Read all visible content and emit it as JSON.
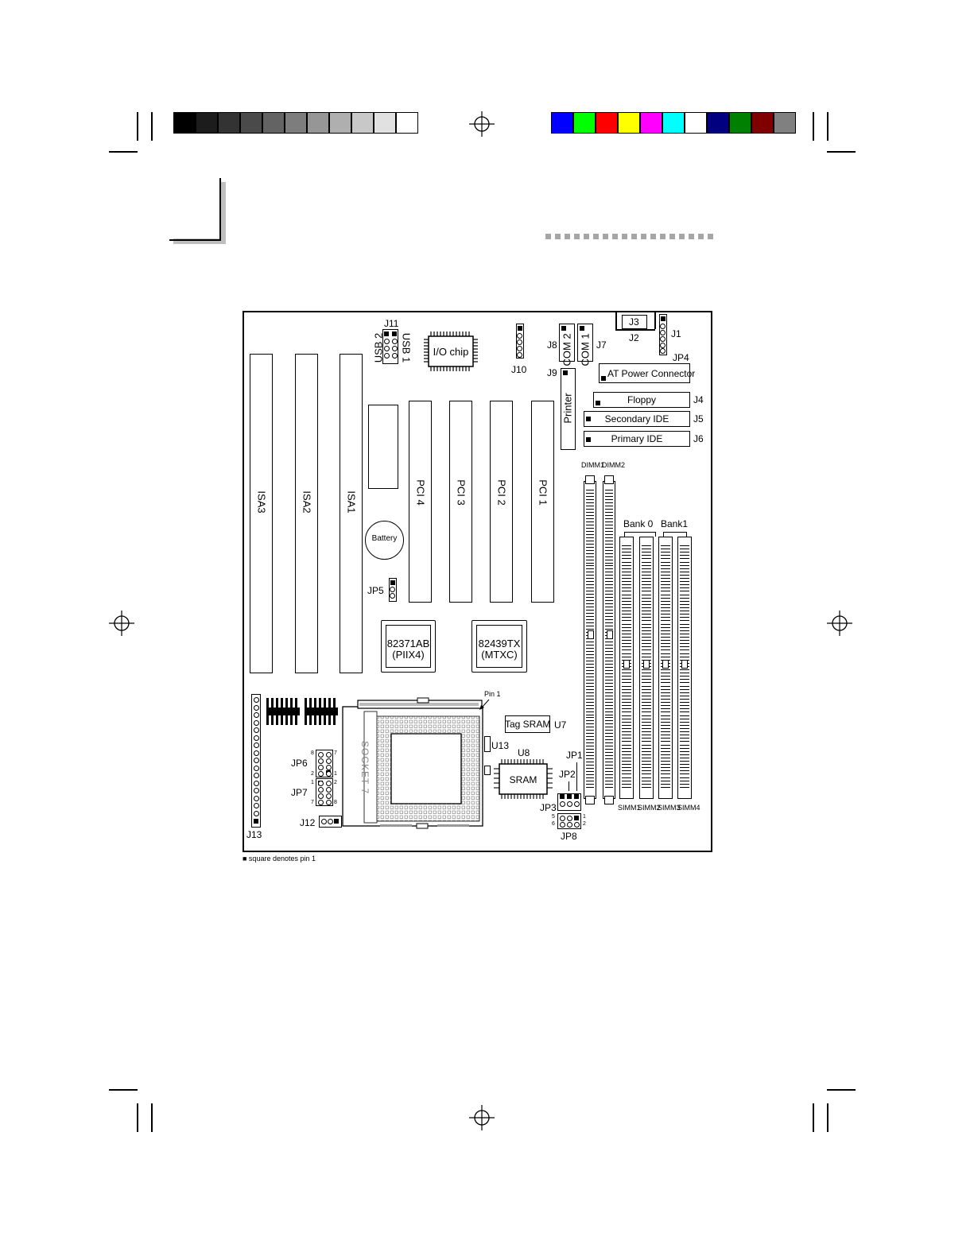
{
  "print_marks": {
    "grayscale_bar": [
      "#000000",
      "#1c1c1c",
      "#333333",
      "#4a4a4a",
      "#636363",
      "#7d7d7d",
      "#969696",
      "#afafaf",
      "#c8c8c8",
      "#e1e1e1",
      "#ffffff"
    ],
    "color_bar": [
      "#0000ff",
      "#00ff00",
      "#ff0000",
      "#ffff00",
      "#ff00ff",
      "#00ffff",
      "#ffffff",
      "#000080",
      "#008000",
      "#800000",
      "#808080"
    ]
  },
  "board": {
    "isa_slots": [
      "ISA3",
      "ISA2",
      "ISA1"
    ],
    "pci_slots": [
      "PCI 4",
      "PCI 3",
      "PCI 2",
      "PCI 1"
    ],
    "io_chip": "I/O chip",
    "usb2": "USB 2",
    "usb1": "USB 1",
    "j11": "J11",
    "j10": "J10",
    "com2": "COM 2",
    "com1": "COM 1",
    "j8": "J8",
    "j7": "J7",
    "j3": "J3",
    "j2": "J2",
    "j1": "J1",
    "jp4": "JP4",
    "at_power": "AT Power Connector",
    "j9": "J9",
    "printer": "Printer",
    "floppy": "Floppy",
    "j4": "J4",
    "secondary_ide": "Secondary IDE",
    "j5": "J5",
    "primary_ide": "Primary IDE",
    "j6": "J6",
    "dimm1": "DIMM1",
    "dimm2": "DIMM2",
    "bank0": "Bank 0",
    "bank1": "Bank1",
    "battery": "Battery",
    "jp5": "JP5",
    "chip1_line1": "82371AB",
    "chip1_line2": "(PIIX4)",
    "chip2_line1": "82439TX",
    "chip2_line2": "(MTXC)",
    "pin1": "Pin 1",
    "tag_sram": "Tag SRAM",
    "u7": "U7",
    "u13": "U13",
    "u8": "U8",
    "sram": "SRAM",
    "socket": "SOCKET 7",
    "jp1": "JP1",
    "jp2": "JP2",
    "jp3": "JP3",
    "jp8": "JP8",
    "jp6": "JP6",
    "jp7": "JP7",
    "j12": "J12",
    "j13": "J13",
    "simm1": "SIMM1",
    "simm2": "SIMM2",
    "simm3": "SIMM3",
    "simm4": "SIMM4",
    "jp6_pin8": "8",
    "jp6_pin7": "7",
    "jp6_pin2": "2",
    "jp6_pin1": "1",
    "jp7_pin1": "1",
    "jp7_pin2": "2",
    "jp7_pin7": "7",
    "jp7_pin8": "8",
    "jp8_pin5": "5",
    "jp8_pin6": "6",
    "jp8_pin1": "1",
    "jp8_pin2": "2"
  },
  "legend": "■ square denotes pin 1"
}
